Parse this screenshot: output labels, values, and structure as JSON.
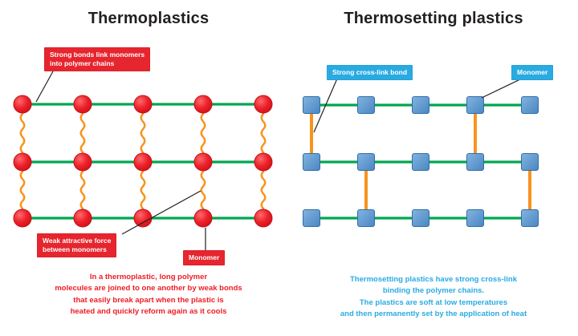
{
  "left_panel": {
    "title": "Thermoplastics",
    "label_strong_bonds": "Strong bonds link monomers\ninto polymer chains",
    "label_weak_force": "Weak attractive force\nbetween monomers",
    "label_monomer": "Monomer",
    "caption": "In a thermoplastic, long polymer\nmolecules are joined to one another by weak bonds\nthat easily break apart when the plastic is\nheated and quickly reform again as it cools",
    "text_color": "#ed1c24",
    "label_bg": "#e6252e"
  },
  "right_panel": {
    "title": "Thermosetting plastics",
    "label_crosslink": "Strong cross-link bond",
    "label_monomer": "Monomer",
    "caption": "Thermosetting plastics have strong cross-link\nbinding the polymer chains.\nThe plastics are soft at low temperatures\nand then permanently set by the application of heat",
    "text_color": "#29abe2",
    "label_bg": "#29abe2"
  },
  "diagram": {
    "thermoplastic": {
      "node_shape": "circle",
      "node_color": "#ed1c24",
      "strong_bond_color": "#00a651",
      "weak_bond_color": "#f7941e",
      "columns_x": [
        28,
        103,
        178,
        253,
        328
      ],
      "rows_y": [
        130,
        202,
        272
      ],
      "node_radius": 11
    },
    "thermosetting": {
      "node_shape": "square",
      "node_color": "#5b9bd5",
      "strong_bond_color": "#00a651",
      "crosslink_color": "#f7941e",
      "columns_x": [
        388,
        456,
        524,
        592,
        660
      ],
      "rows_y": [
        131,
        202,
        272
      ],
      "node_size": 21,
      "crosslinks": [
        {
          "gap": 0,
          "col": 0
        },
        {
          "gap": 0,
          "col": 3
        },
        {
          "gap": 1,
          "col": 1
        },
        {
          "gap": 1,
          "col": 4
        }
      ]
    }
  }
}
